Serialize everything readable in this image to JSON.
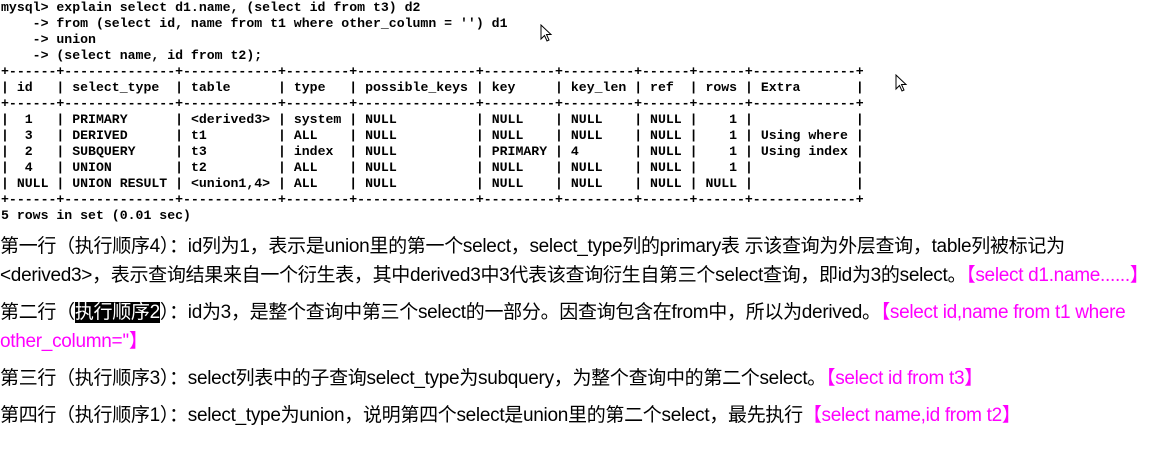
{
  "terminal": {
    "command_lines": [
      "mysql> explain select d1.name, (select id from t3) d2",
      "    -> from (select id, name from t1 where other_column = '') d1",
      "    -> union",
      "    -> (select name, id from t2);"
    ],
    "table": {
      "columns": [
        "id",
        "select_type",
        "table",
        "type",
        "possible_keys",
        "key",
        "key_len",
        "ref",
        "rows",
        "Extra"
      ],
      "rows": [
        [
          "1",
          "PRIMARY",
          "<derived3>",
          "system",
          "NULL",
          "NULL",
          "NULL",
          "NULL",
          "1",
          ""
        ],
        [
          "3",
          "DERIVED",
          "t1",
          "ALL",
          "NULL",
          "NULL",
          "NULL",
          "NULL",
          "1",
          "Using where"
        ],
        [
          "2",
          "SUBQUERY",
          "t3",
          "index",
          "NULL",
          "PRIMARY",
          "4",
          "NULL",
          "1",
          "Using index"
        ],
        [
          "4",
          "UNION",
          "t2",
          "ALL",
          "NULL",
          "NULL",
          "NULL",
          "NULL",
          "1",
          ""
        ],
        [
          "NULL",
          "UNION RESULT",
          "<union1,4>",
          "ALL",
          "NULL",
          "NULL",
          "NULL",
          "NULL",
          "NULL",
          ""
        ]
      ]
    },
    "summary": "5 rows in set (0.01 sec)"
  },
  "notes": [
    {
      "prefix": "第一行（执行顺序4）：id列为1，表示是union里的第一个select，select_type列的primary表 示该查询为外层查询，table列被标记为<derived3>，表示查询结果来自一个衍生表，其中derived3中3代表该查询衍生自第三个select查询，即id为3的select。",
      "highlight": "",
      "text": "",
      "pink": "【select d1.name......】"
    },
    {
      "prefix": "第二行（",
      "highlight": "执行顺序2",
      "text": "）：id为3，是整个查询中第三个select的一部分。因查询包含在from中，所以为derived。",
      "pink": "【select id,name from t1 where other_column=''】"
    },
    {
      "prefix": "第三行（执行顺序3）：select列表中的子查询select_type为subquery，为整个查询中的第二个select。",
      "highlight": "",
      "text": "",
      "pink": "【select id from t3】"
    },
    {
      "prefix": "第四行（执行顺序1）：select_type为union，说明第四个select是union里的第二个select，最先执行",
      "highlight": "",
      "text": "",
      "pink": "【select name,id from t2】"
    }
  ],
  "colors": {
    "accent": "#ff00ff",
    "highlight_bg": "#000000"
  }
}
